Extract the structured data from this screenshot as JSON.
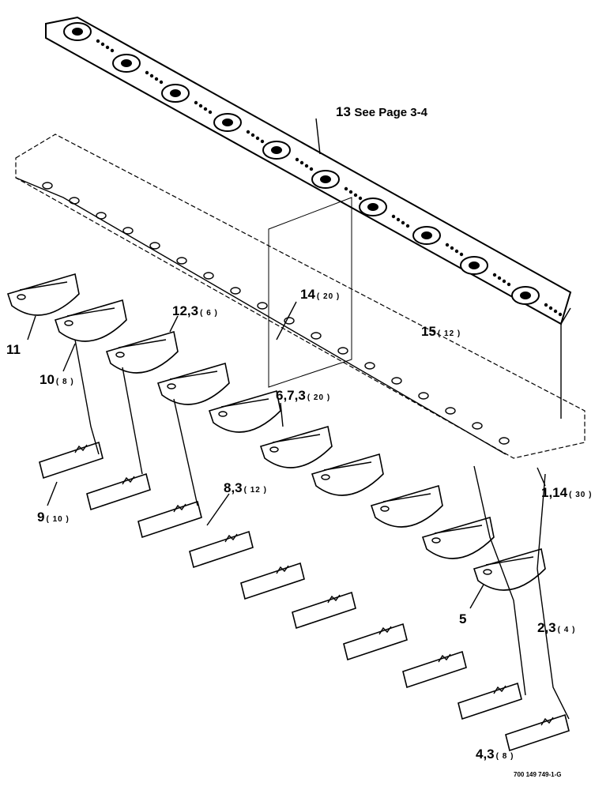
{
  "callouts": [
    {
      "id": "c13",
      "number": "13",
      "note": "See Page 3-4"
    },
    {
      "id": "c14",
      "number": "14",
      "qty": "( 20 )"
    },
    {
      "id": "c12",
      "number": "12,3",
      "qty": "( 6 )"
    },
    {
      "id": "c11",
      "number": "11"
    },
    {
      "id": "c15",
      "number": "15",
      "qty": "( 12 )"
    },
    {
      "id": "c10",
      "number": "10",
      "qty": "( 8 )"
    },
    {
      "id": "c673",
      "number": "6,7,3",
      "qty": "( 20 )"
    },
    {
      "id": "c9",
      "number": "9",
      "qty": "( 10 )"
    },
    {
      "id": "c83",
      "number": "8,3",
      "qty": "( 12 )"
    },
    {
      "id": "c114",
      "number": "1,14",
      "qty": "( 30 )"
    },
    {
      "id": "c5",
      "number": "5"
    },
    {
      "id": "c23",
      "number": "2,3",
      "qty": "( 4 )"
    },
    {
      "id": "c43",
      "number": "4,3",
      "qty": "( 8 )"
    }
  ],
  "figure_id": "700 149 749-1-G"
}
